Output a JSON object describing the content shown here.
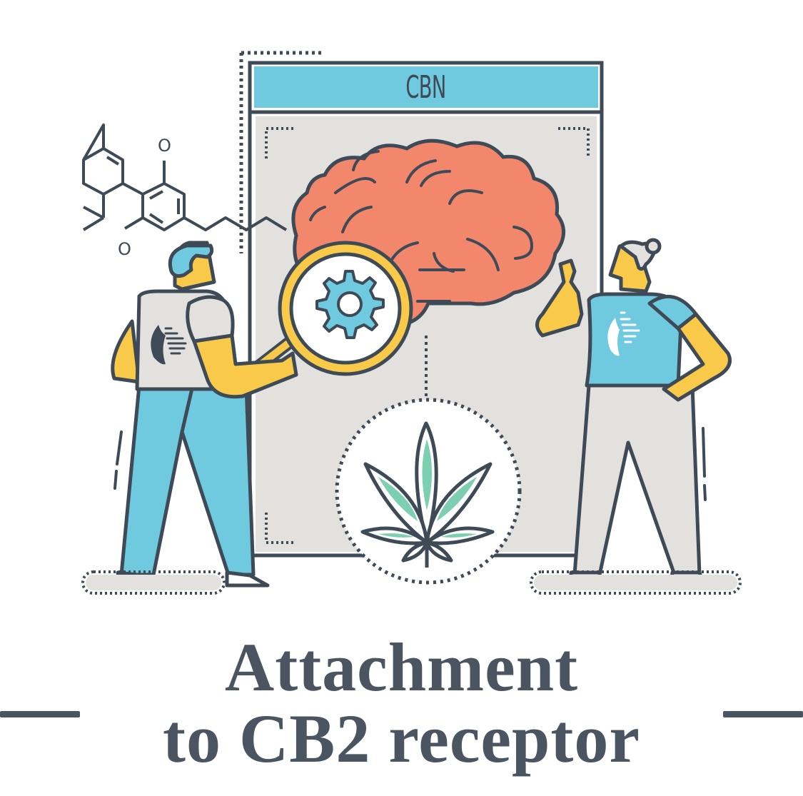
{
  "panel": {
    "title": "CBN",
    "header_color": "#6fcae0",
    "background_color": "#e2e1dd"
  },
  "molecule": {
    "oxygen_top_label": "O",
    "oxygen_bottom_label": "O"
  },
  "headline": {
    "line1": "Attachment",
    "line2": "to CB2 receptor",
    "color": "#4b5561"
  },
  "colors": {
    "outline": "#3f4a57",
    "brain": "#f2876b",
    "skin": "#f9c94a",
    "blue": "#6fcae0",
    "grey": "#e2e1dd",
    "leaf": "#7ccfb0"
  }
}
